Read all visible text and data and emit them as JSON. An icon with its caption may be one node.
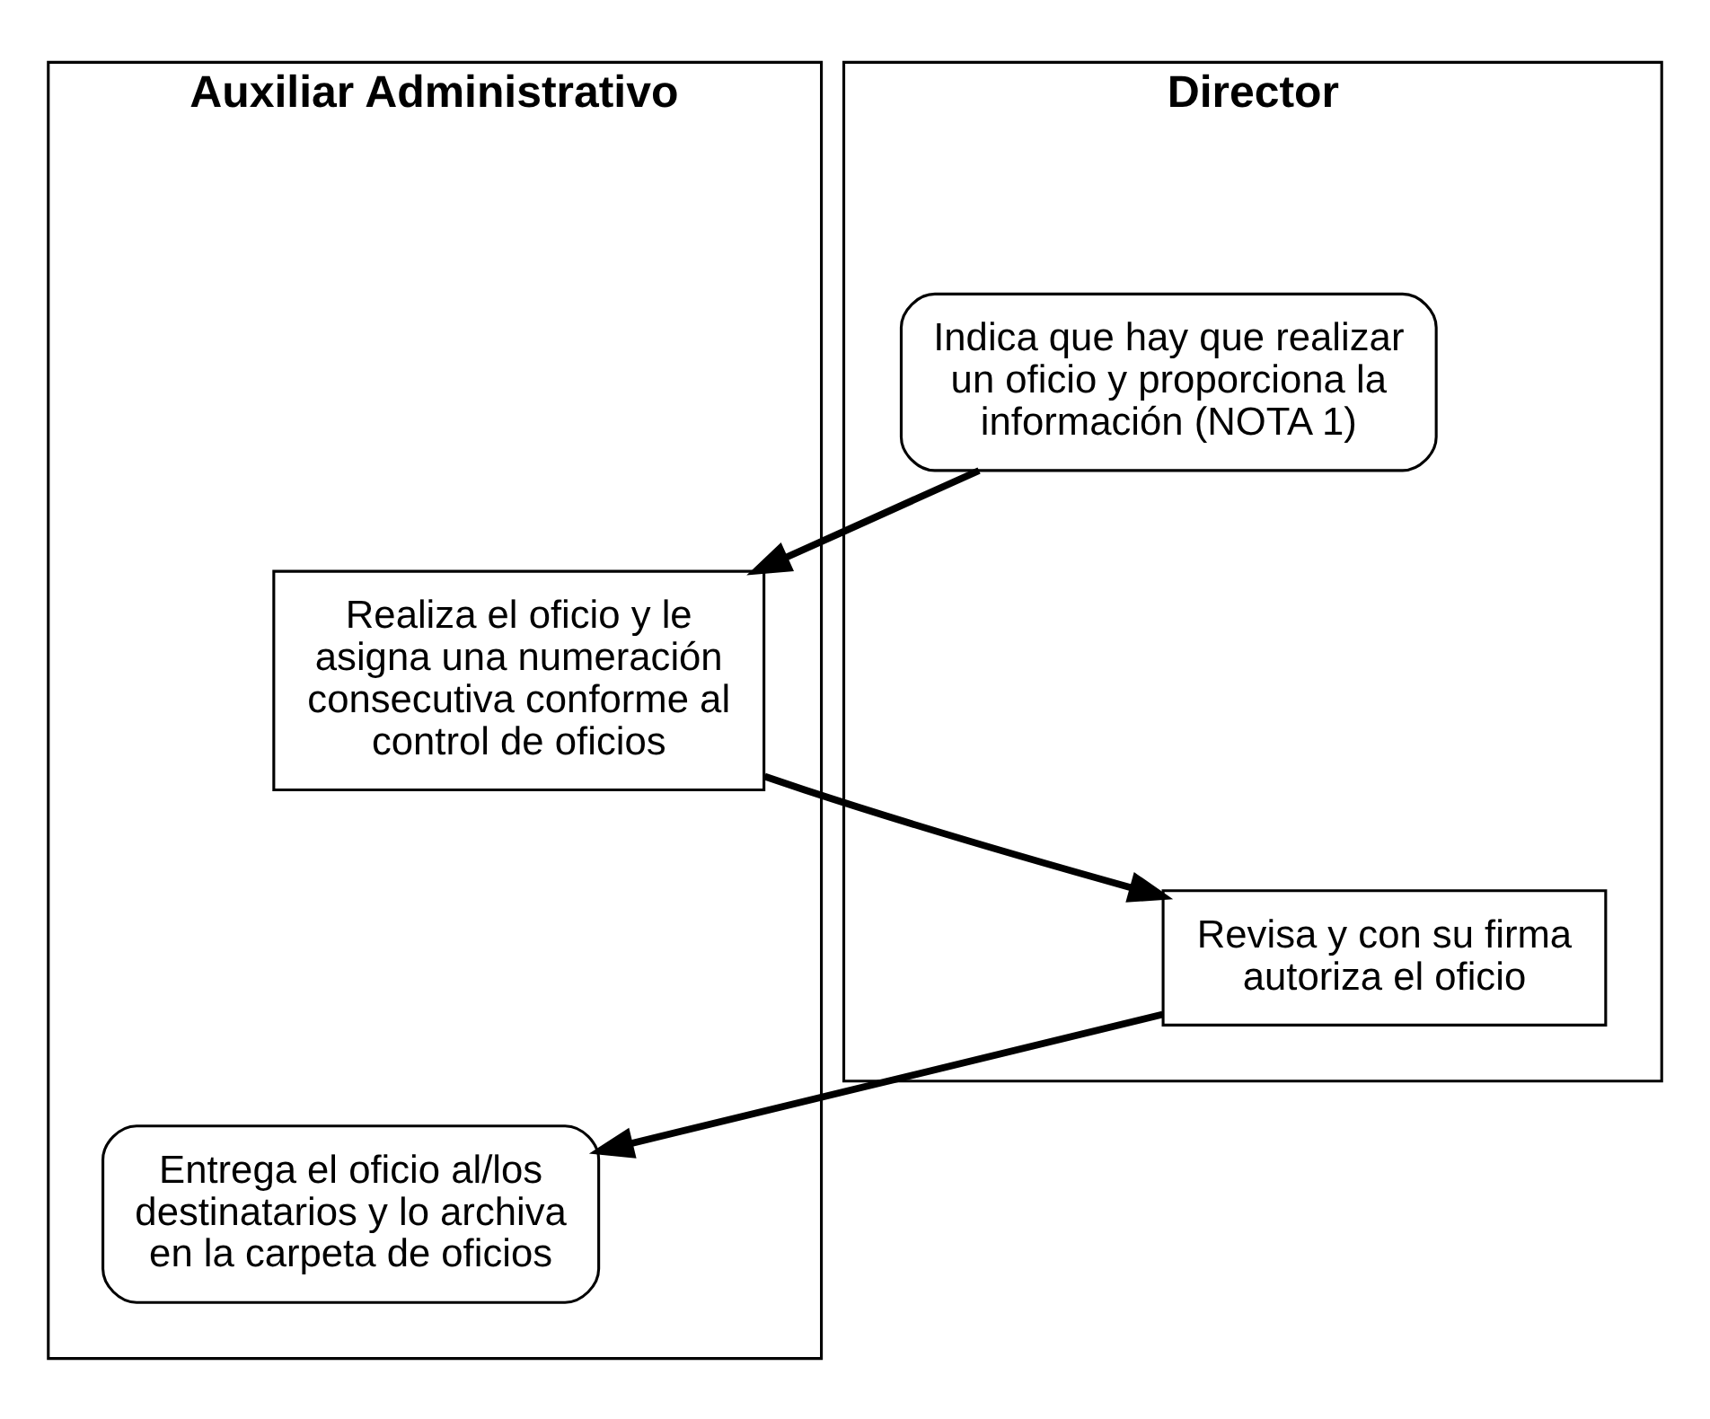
{
  "diagram": {
    "nodes": [
      {
        "text": [
          "Auxiliar Administrativo"
        ]
      },
      {
        "text": [
          "Director"
        ]
      },
      {
        "text": [
          "Indica que hay que realizar un oficio y proporciona la información (NOTA 1)"
        ],
        "in": 1
      },
      {
        "text": [
          "Realiza el oficio y le asigna una numeración consecutiva conforme al control de oficios"
        ],
        "in": 0
      },
      {
        "text": [
          "Revisa y con su firma autoriza el oficio"
        ],
        "in": 1
      },
      {
        "text": [
          "Entrega el oficio al/los destinatarios y lo archiva en la carpeta de oficios"
        ],
        "in": 0
      }
    ],
    "edges": [
      {
        "from": 2,
        "to": 3,
        "arrow": "to"
      },
      {
        "from": 3,
        "to": 4,
        "arrow": "to"
      },
      {
        "from": 4,
        "to": 5,
        "arrow": "to"
      }
    ]
  }
}
